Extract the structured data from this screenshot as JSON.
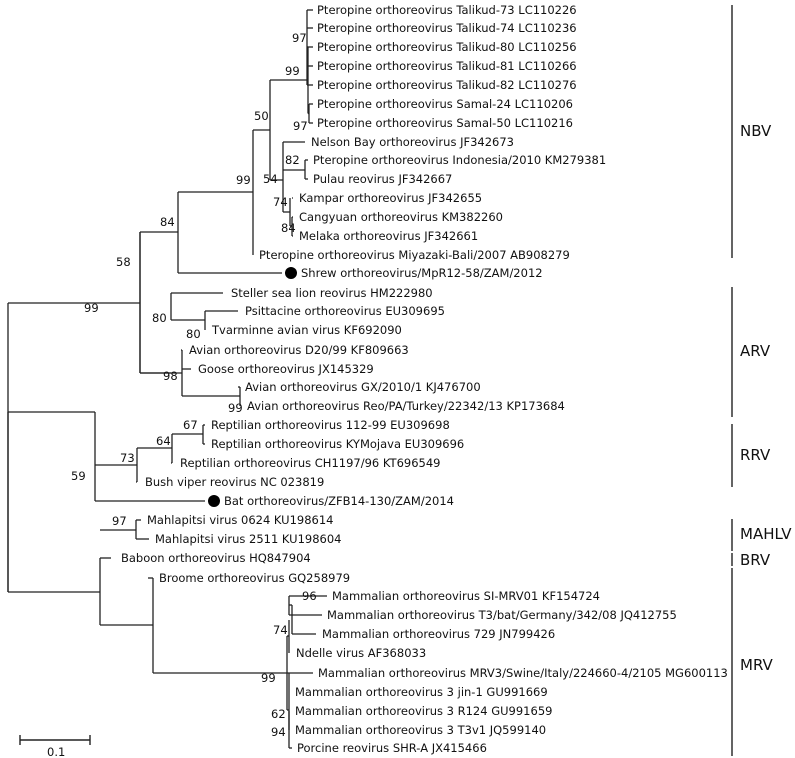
{
  "tree": {
    "taxa": [
      "Pteropine orthoreovirus Talikud-73 LC110226",
      "Pteropine orthoreovirus Talikud-74 LC110236",
      "Pteropine orthoreovirus Talikud-80 LC110256",
      "Pteropine orthoreovirus Talikud-81 LC110266",
      "Pteropine orthoreovirus Talikud-82 LC110276",
      "Pteropine orthoreovirus Samal-24 LC110206",
      "Pteropine orthoreovirus Samal-50 LC110216",
      "Nelson Bay orthoreovirus JF342673",
      "Pteropine orthoreovirus Indonesia/2010 KM279381",
      "Pulau reovirus JF342667",
      "Kampar orthoreovirus JF342655",
      "Cangyuan orthoreovirus KM382260",
      "Melaka orthoreovirus JF342661",
      "Pteropine orthoreovirus Miyazaki-Bali/2007 AB908279",
      "Shrew orthoreovirus/MpR12-58/ZAM/2012",
      "Steller sea lion reovirus HM222980",
      "Psittacine orthoreovirus EU309695",
      "Tvarminne avian virus KF692090",
      "Avian orthoreovirus D20/99 KF809663",
      "Goose orthoreovirus JX145329",
      "Avian orthoreovirus GX/2010/1 KJ476700",
      "Avian orthoreovirus Reo/PA/Turkey/22342/13 KP173684",
      "Reptilian orthoreovirus 112-99 EU309698",
      "Reptilian orthoreovirus KYMojava EU309696",
      "Reptilian orthoreovirus CH1197/96 KT696549",
      "Bush viper reovirus NC 023819",
      "Bat orthoreovirus/ZFB14-130/ZAM/2014",
      "Mahlapitsi virus 0624 KU198614",
      "Mahlapitsi virus 2511 KU198604",
      "Baboon orthoreovirus HQ847904",
      "Broome orthoreovirus GQ258979",
      "Mammalian orthoreovirus SI-MRV01 KF154724",
      "Mammalian orthoreovirus T3/bat/Germany/342/08 JQ412755",
      "Mammalian orthoreovirus 729 JN799426",
      "Ndelle virus AF368033",
      "Mammalian orthoreovirus MRV3/Swine/Italy/224660-4/2105 MG600113",
      "Mammalian orthoreovirus 3 jin-1 GU991669",
      "Mammalian orthoreovirus 3 R124 GU991659",
      "Mammalian orthoreovirus 3 T3v1 JQ599140",
      "Porcine reovirus SHR-A JX415466"
    ],
    "highlighted_taxa": [
      14,
      26
    ],
    "bootstrap_values": [
      "97",
      "99",
      "97",
      "50",
      "82",
      "54",
      "74",
      "84",
      "99",
      "84",
      "58",
      "99",
      "80",
      "80",
      "98",
      "99",
      "67",
      "64",
      "73",
      "59",
      "97",
      "96",
      "74",
      "99",
      "62",
      "94"
    ],
    "clades": [
      "NBV",
      "ARV",
      "RRV",
      "MAHLV",
      "BRV",
      "MRV"
    ],
    "scale_label": "0.1"
  },
  "colors": {
    "line": "#222222",
    "text": "#111111",
    "marker": "#000000"
  }
}
